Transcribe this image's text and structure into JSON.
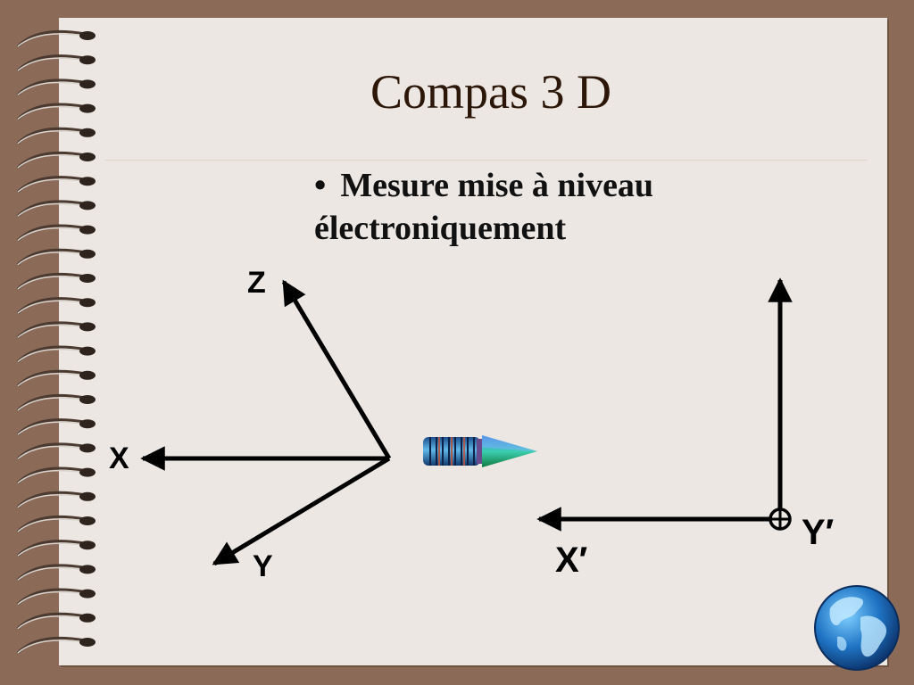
{
  "slide": {
    "title": "Compas 3 D",
    "bullet": "Mesure mise à niveau électroniquement"
  },
  "axes_left": {
    "z": "Z",
    "x": "X",
    "y": "Y"
  },
  "axes_right": {
    "x_prime": "X′",
    "y_prime": "Y′"
  },
  "icons": {
    "binding": "spiral-binding-icon",
    "probe": "compass-probe-icon",
    "globe": "globe-icon",
    "origin": "circle-plus-icon"
  },
  "colors": {
    "background": "#8b6a58",
    "paper": "#ece7e2",
    "title": "#2b1608",
    "text": "#111111"
  }
}
